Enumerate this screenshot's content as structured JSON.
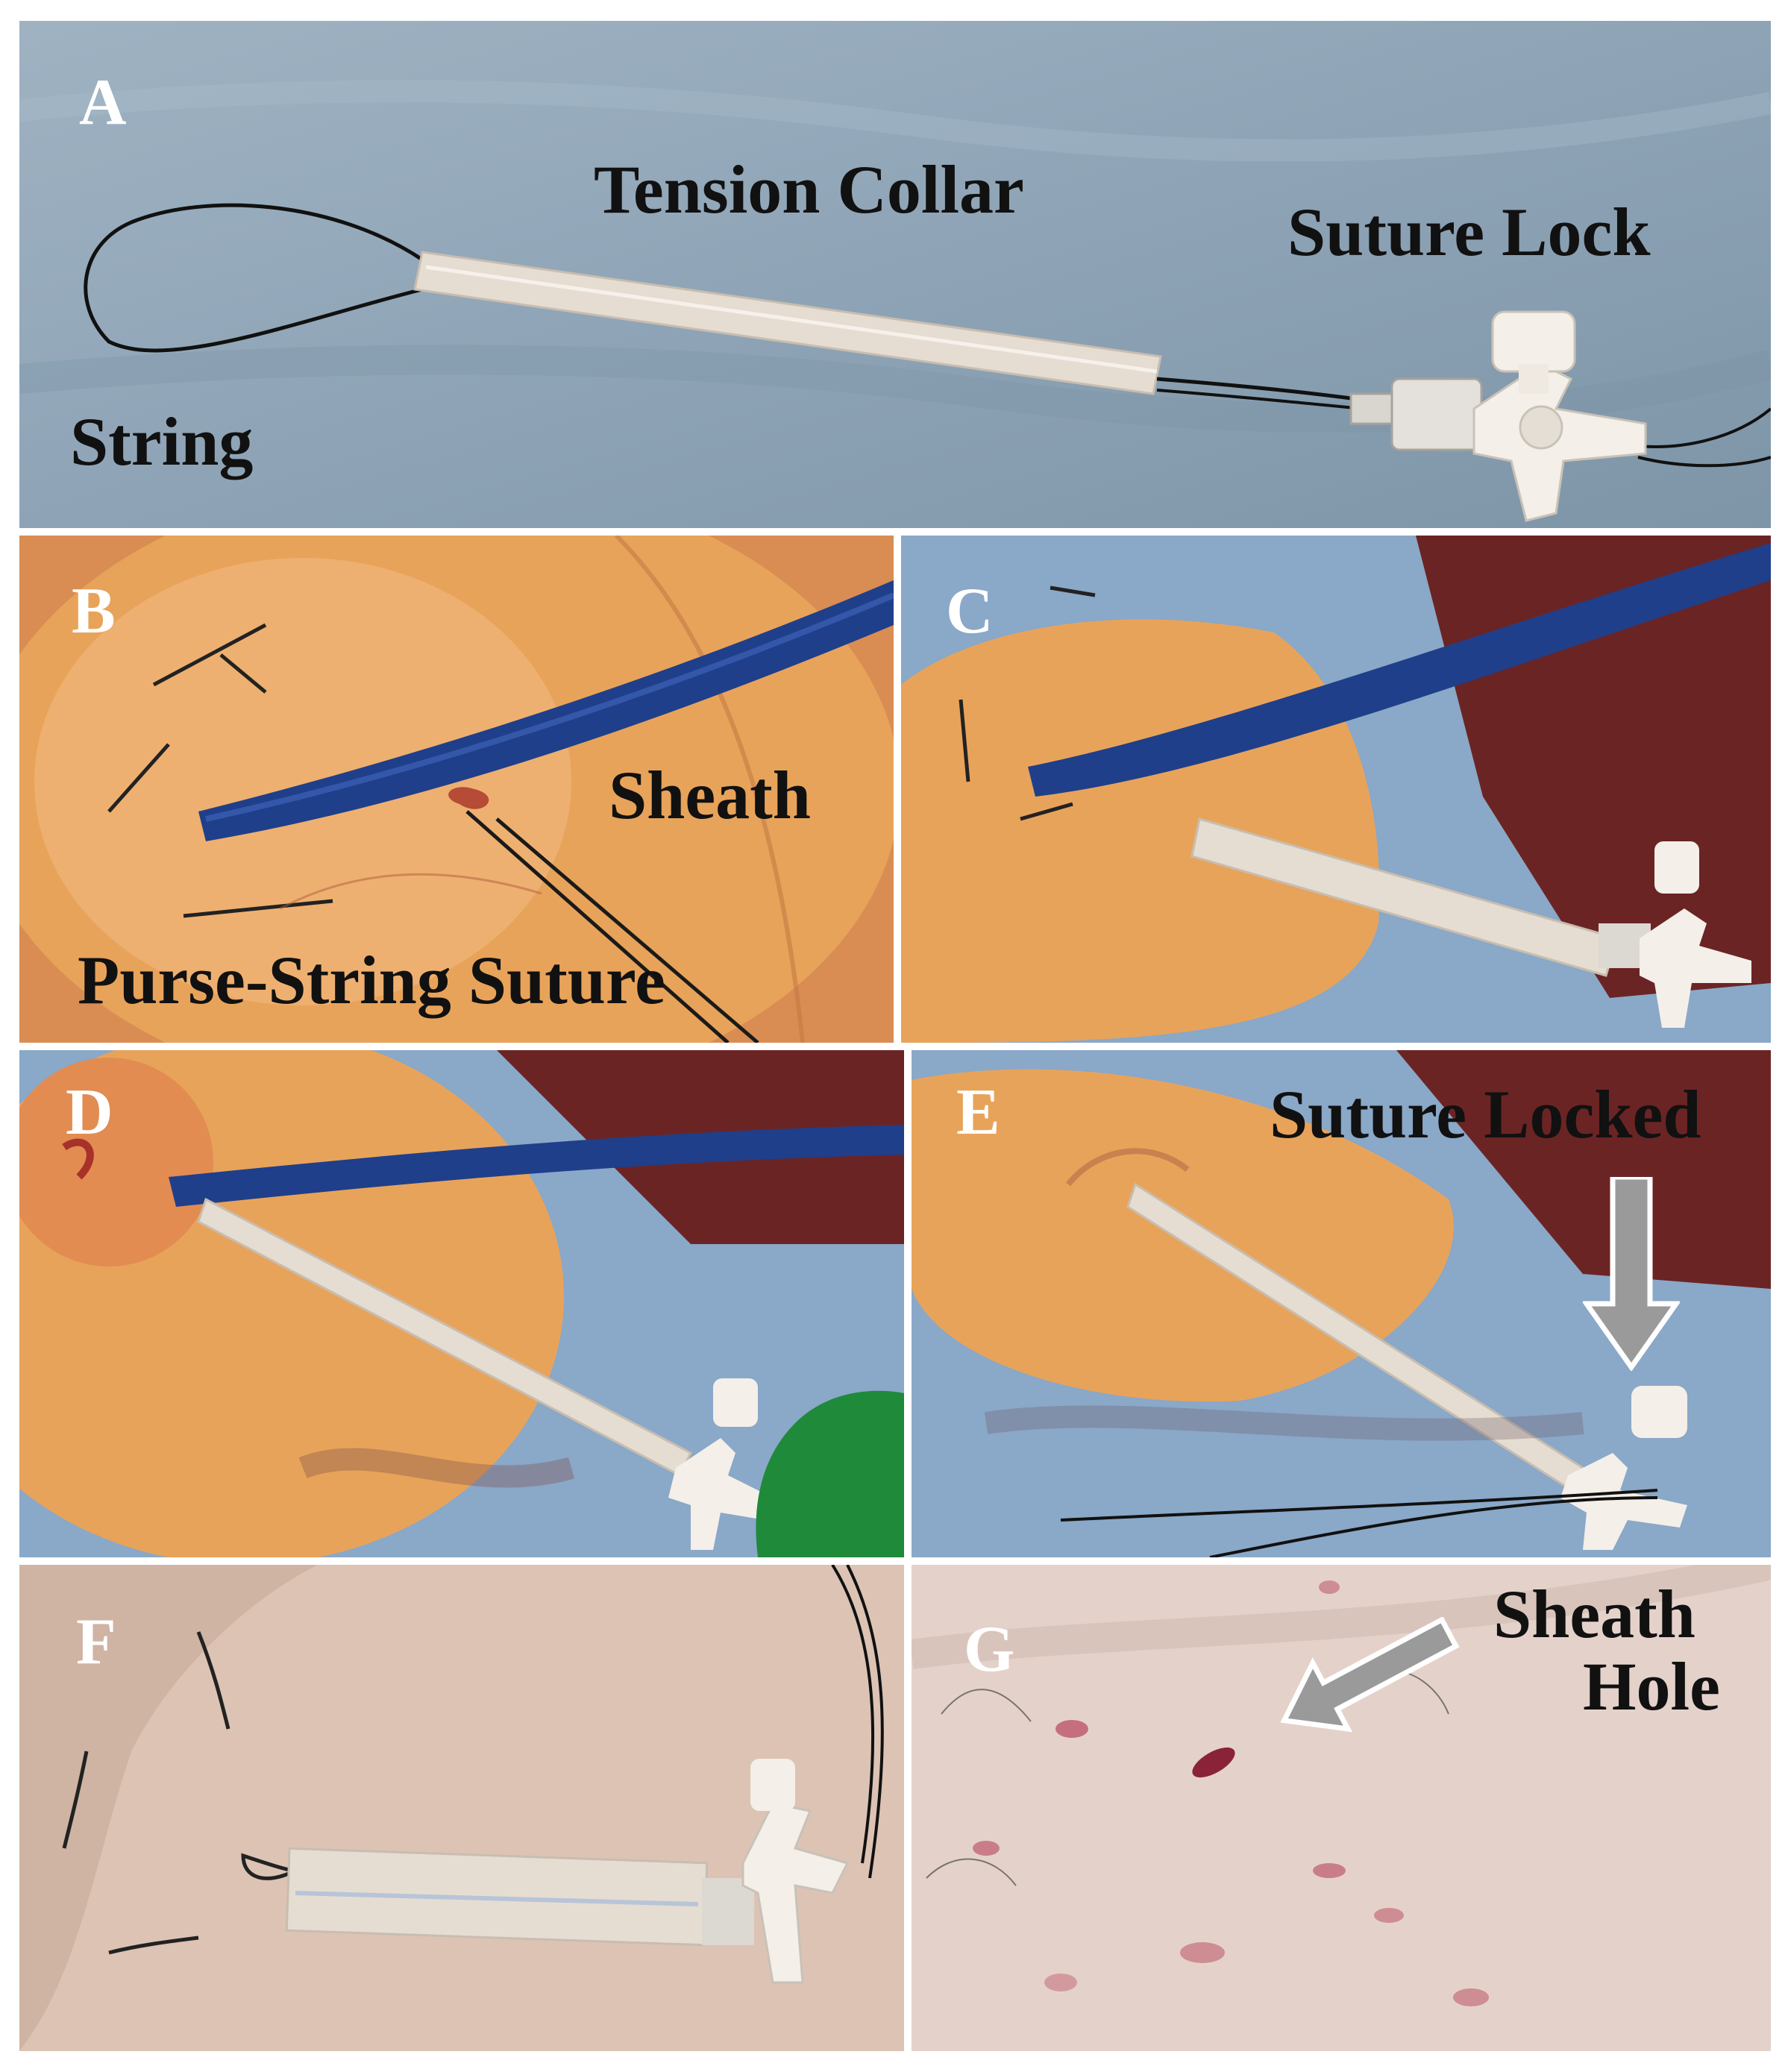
{
  "panels": {
    "a": {
      "letter": "A",
      "labels": {
        "tension_collar": "Tension Collar",
        "suture_lock": "Suture Lock",
        "string": "String"
      }
    },
    "b": {
      "letter": "B",
      "labels": {
        "sheath": "Sheath",
        "purse_string": "Purse-String  Suture"
      }
    },
    "c": {
      "letter": "C"
    },
    "d": {
      "letter": "D"
    },
    "e": {
      "letter": "E",
      "labels": {
        "suture_locked": "Suture Locked"
      }
    },
    "f": {
      "letter": "F"
    },
    "g": {
      "letter": "G",
      "labels": {
        "sheath_hole_1": "Sheath",
        "sheath_hole_2": "Hole"
      }
    }
  },
  "colors": {
    "drape_blue": "#8fa6b8",
    "skin_orange": "#e8a35a",
    "sheath_blue": "#1f3f8a",
    "collar": "#e6ddd2",
    "lock_white": "#f4efe8",
    "glove_green": "#1f8a3a",
    "skin_pale": "#dcc3b4"
  }
}
